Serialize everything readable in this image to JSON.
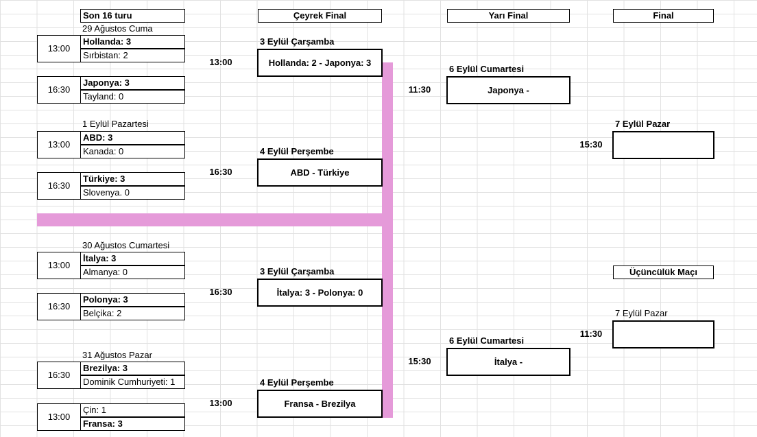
{
  "headers": {
    "r16": "Son 16 turu",
    "qf": "Çeyrek Final",
    "sf": "Yarı Final",
    "final": "Final",
    "third": "Üçüncülük Maçı"
  },
  "r16": {
    "dates": [
      "29 Ağustos Cuma",
      "1 Eylül Pazartesi",
      "30 Ağustos Cumartesi",
      "31 Ağustos Pazar"
    ],
    "matches": [
      {
        "time": "13:00",
        "team1": "Hollanda: 3",
        "team2": "Sırbistan: 2"
      },
      {
        "time": "16:30",
        "team1": "Japonya: 3",
        "team2": "Tayland: 0"
      },
      {
        "time": "13:00",
        "team1": "ABD: 3",
        "team2": "Kanada: 0"
      },
      {
        "time": "16:30",
        "team1": "Türkiye: 3",
        "team2": "Slovenya. 0"
      },
      {
        "time": "13:00",
        "team1": "İtalya: 3",
        "team2": "Almanya: 0"
      },
      {
        "time": "16:30",
        "team1": "Polonya: 3",
        "team2": "Belçika: 2"
      },
      {
        "time": "16:30",
        "team1": "Brezilya: 3",
        "team2": "Dominik Cumhuriyeti: 1"
      },
      {
        "time": "13:00",
        "team1": "Çin: 1",
        "team2": "Fransa: 3"
      }
    ]
  },
  "qf": [
    {
      "date": "3 Eylül  Çarşamba",
      "time": "13:00",
      "match": "Hollanda: 2 - Japonya: 3"
    },
    {
      "date": "4 Eylül Perşembe",
      "time": "16:30",
      "match": "ABD - Türkiye"
    },
    {
      "date": "3 Eylül  Çarşamba",
      "time": "16:30",
      "match": "İtalya: 3 - Polonya: 0"
    },
    {
      "date": "4 Eylül Perşembe",
      "time": "13:00",
      "match": "Fransa - Brezilya"
    }
  ],
  "sf": [
    {
      "date": "6 Eylül Cumartesi",
      "time": "11:30",
      "match": "Japonya -"
    },
    {
      "date": "6 Eylül Cumartesi",
      "time": "15:30",
      "match": "İtalya -"
    }
  ],
  "final": {
    "date": "7 Eylül Pazar",
    "time": "15:30",
    "match": ""
  },
  "third": {
    "date": "7 Eylül Pazar",
    "time": "11:30",
    "match": ""
  },
  "colors": {
    "connector": "#e59ad9",
    "gridline": "#e1e1e1"
  }
}
